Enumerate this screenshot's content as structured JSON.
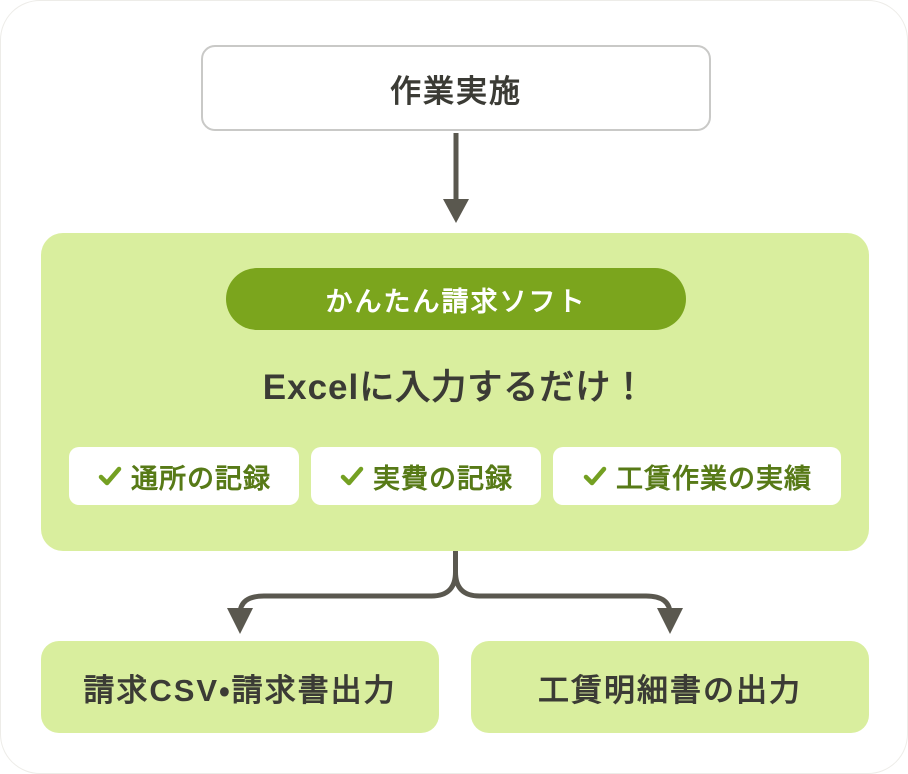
{
  "palette": {
    "page_bg": "#ffffff",
    "panel_green": "#d9ee9e",
    "pill_green": "#7ba51d",
    "item_text_green": "#577a17",
    "check_green": "#74a022",
    "dark_text": "#3b3b35",
    "arrow_gray": "#5a584f",
    "top_box_border": "#c9c9c7",
    "card_white": "#ffffff"
  },
  "diagram": {
    "top_box": {
      "label": "作業実施"
    },
    "top_arrow_icon": "down-arrow-icon",
    "software_panel": {
      "pill_label": "かんたん請求ソフト",
      "headline": "Excelに入力するだけ！",
      "features": [
        {
          "icon": "check-icon",
          "label": "通所の記録"
        },
        {
          "icon": "check-icon",
          "label": "実費の記録"
        },
        {
          "icon": "check-icon",
          "label": "工賃作業の実績"
        }
      ]
    },
    "branch_arrow_icon": "split-down-arrows-icon",
    "outputs": [
      {
        "label": "請求CSV・請求書出力"
      },
      {
        "label": "工賃明細書の出力"
      }
    ]
  }
}
